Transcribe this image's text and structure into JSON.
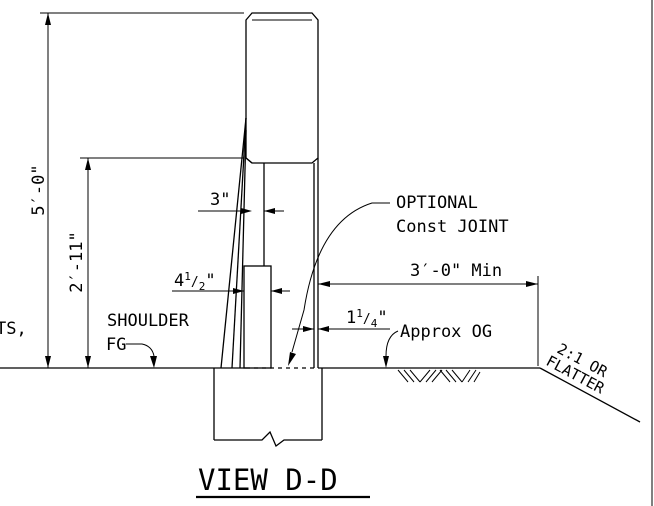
{
  "title": "VIEW D-D",
  "dimensions": {
    "overall_height": "5′-0\"",
    "lower_height": "2′-11\"",
    "top_width": "3\"",
    "base_width_whole": "4",
    "base_width_num": "1",
    "base_width_den": "2",
    "base_width_unit": "\"",
    "offset_whole": "1",
    "offset_num": "1",
    "offset_den": "4",
    "offset_unit": "\"",
    "horizontal_min": "3′-0\" Min"
  },
  "labels": {
    "optional_line1": "OPTIONAL",
    "optional_line2": "Const JOINT",
    "shoulder_line1": "SHOULDER",
    "shoulder_line2": "FG",
    "approx_og": "Approx OG",
    "slope_line1": "2:1 OR",
    "slope_line2": "FLATTER",
    "cut_text": "TS,"
  }
}
